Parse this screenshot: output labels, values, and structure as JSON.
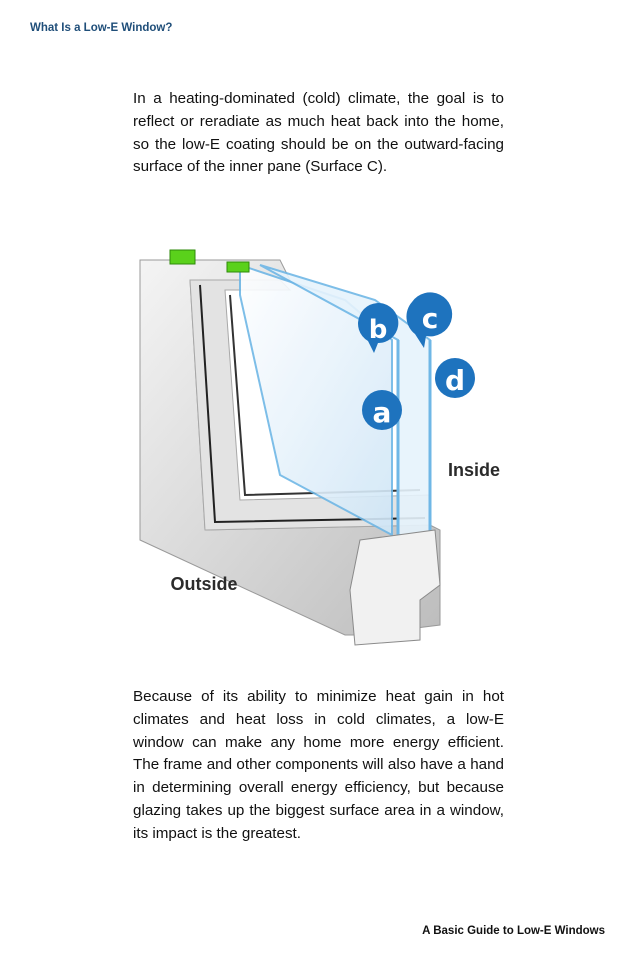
{
  "header": {
    "title": "What Is a Low-E Window?"
  },
  "intro": {
    "text": "In a heating-dominated (cold) climate, the goal is to reflect or reradiate as much heat back into the home, so the low-E coating should be on the outward-facing surface of the inner pane (Surface C)."
  },
  "figure": {
    "surface_labels": {
      "a": "a",
      "b": "b",
      "c": "c",
      "d": "d"
    },
    "inside_label": "Inside",
    "outside_label": "Outside",
    "colors": {
      "badge": "#1e73be",
      "glass_edge": "#6fb7e6",
      "insulation": "#5ad11b"
    }
  },
  "body": {
    "text": "Because of its ability to minimize heat gain in hot climates and heat loss in cold climates, a low-E window can make any home more energy efficient. The frame and other components will also have a hand in determining overall energy efficiency, but because glazing takes up the biggest surface area in a window, its impact is the greatest."
  },
  "footer": {
    "title": "A Basic Guide to Low-E Windows"
  }
}
